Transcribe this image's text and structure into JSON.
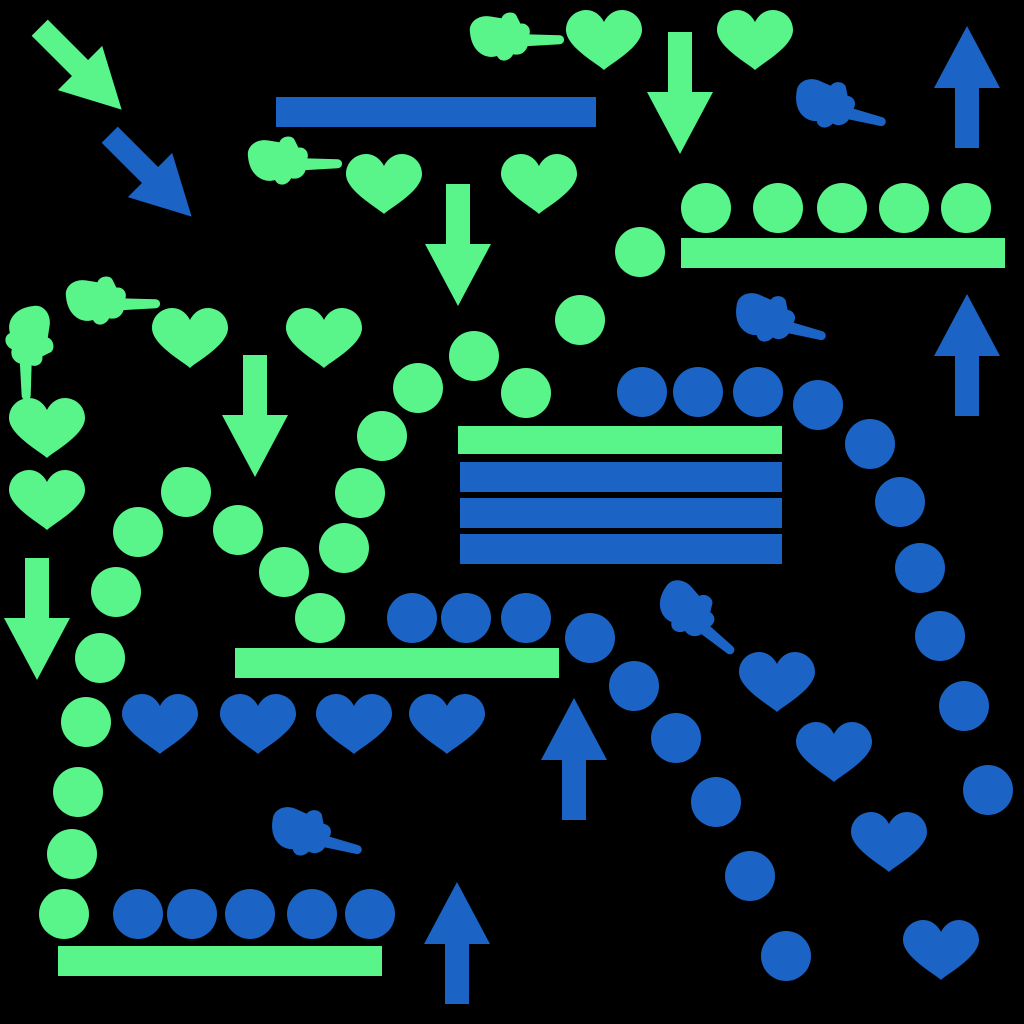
{
  "colors": {
    "background": "#000000",
    "green": "#59f58a",
    "blue": "#1b63c4"
  },
  "shape_kinds": [
    "dot",
    "heart",
    "bar",
    "arrow",
    "pointing-hand"
  ]
}
